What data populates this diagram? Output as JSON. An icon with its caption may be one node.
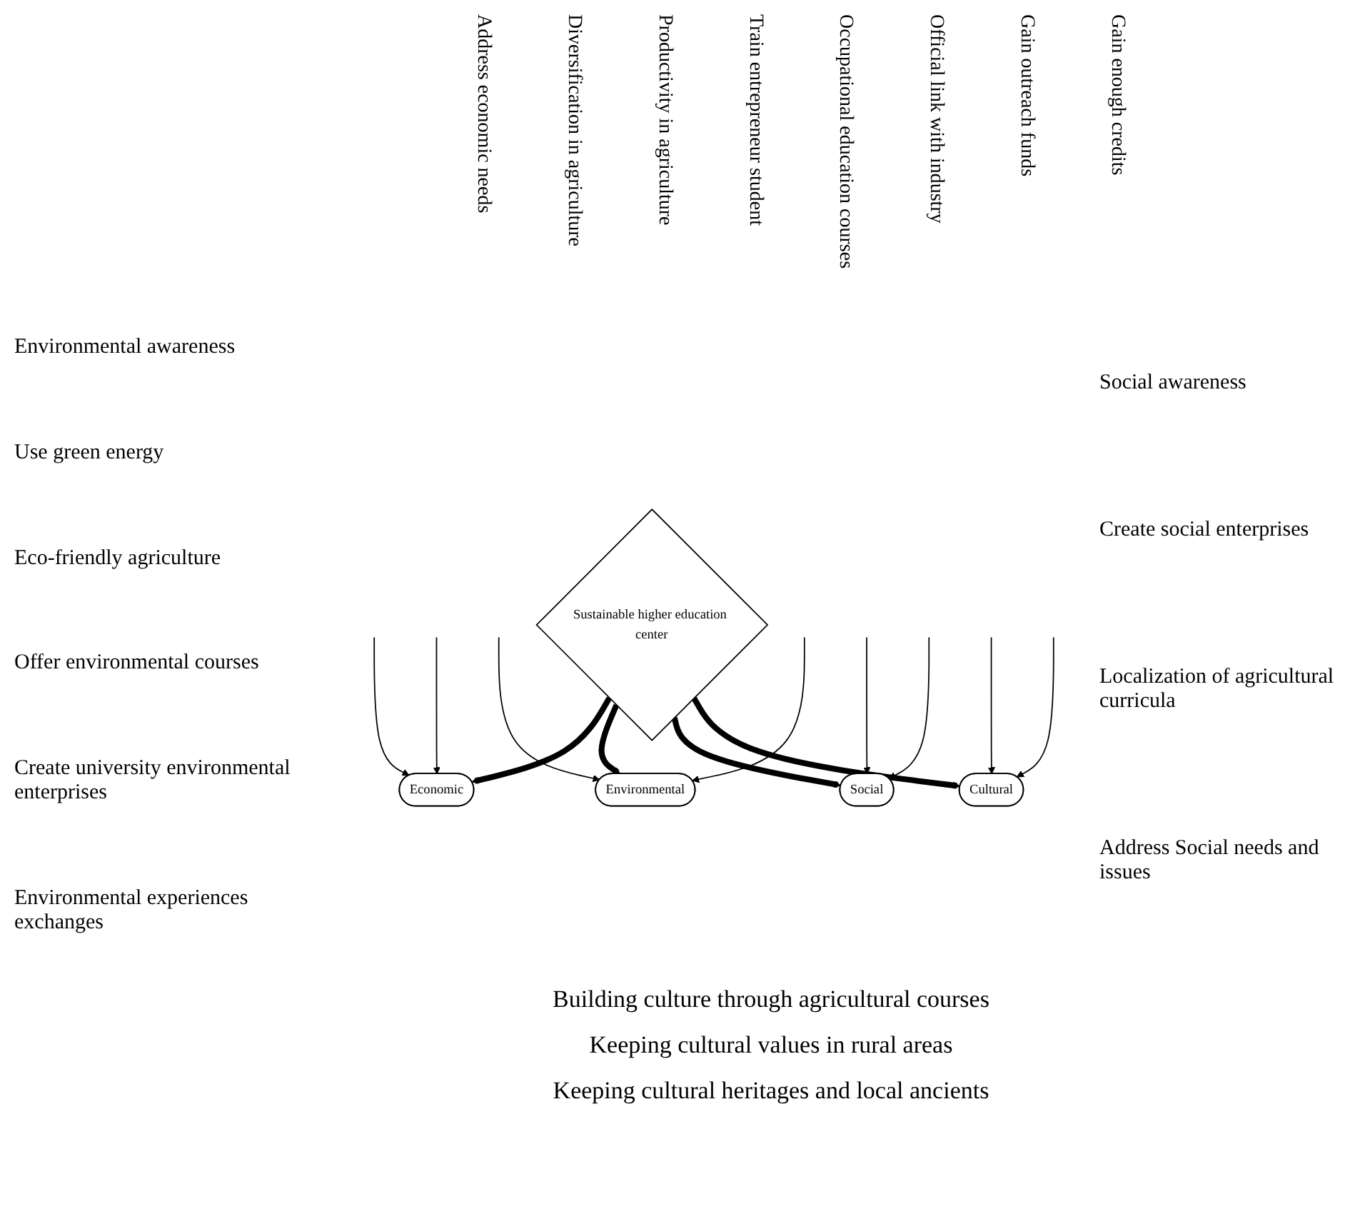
{
  "diagram": {
    "nodes": [
      {
        "text": [
          "Economic"
        ]
      },
      {
        "text": [
          "Environmental"
        ]
      },
      {
        "text": [
          "Sustainable higher education center"
        ]
      },
      {
        "text": [
          "Social"
        ]
      },
      {
        "text": [
          "Cultural"
        ]
      }
    ],
    "edges": [
      {
        "from": 2,
        "to": 0,
        "arrow": "to",
        "style": "thick"
      },
      {
        "from": 2,
        "to": 1,
        "arrow": "to",
        "style": "thick"
      },
      {
        "from": 2,
        "to": 3,
        "arrow": "to",
        "style": "thick"
      },
      {
        "from": 2,
        "to": 4,
        "arrow": "to",
        "style": "thick"
      },
      {
        "from": null,
        "to": 0,
        "arrow": "to"
      },
      {
        "from": null,
        "to": 1,
        "arrow": "to"
      },
      {
        "from": null,
        "to": 0,
        "arrow": "to"
      },
      {
        "from": null,
        "to": 3,
        "arrow": "to"
      },
      {
        "from": null,
        "to": 1,
        "arrow": "to"
      },
      {
        "from": null,
        "to": 4,
        "arrow": "to"
      },
      {
        "from": null,
        "to": 4,
        "arrow": "to"
      },
      {
        "from": null,
        "to": 3,
        "arrow": "to"
      }
    ],
    "labels": [
      "Address economic needs",
      "Diversification in agriculture",
      "Productivity in agriculture",
      "Train entrepreneur student",
      "Occupational education courses",
      "Official link with industry",
      "Gain outreach funds",
      "Gain enough credits",
      "Environmental awareness",
      "Use green energy",
      "Eco-friendly agriculture",
      "Offer environmental courses",
      "Create university environmental enterprises",
      "Environmental experiences exchanges",
      "Social awareness",
      "Create social enterprises",
      "Localization of agricultural curricula",
      "Address Social needs and issues",
      "Building culture through agricultural courses",
      "Keeping cultural values in rural areas",
      "Keeping cultural heritages and local ancients"
    ]
  }
}
